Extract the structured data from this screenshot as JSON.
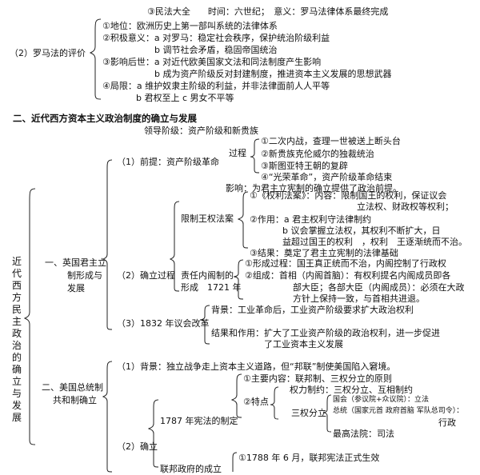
{
  "roman_law": {
    "header": "③民法大全　　时间：六世纪；　意义：罗马法律体系最终完成",
    "label": "（2）罗马法的评价",
    "items": [
      "①地位：欧洲历史上第一部叫系统的法律体系",
      "②积极意义：a 对罗马：稳定社会秩序，保护统治阶级利益",
      "b 调节社会矛盾，稳固帝国统治",
      "③影响后世：a 对近代欧美国家文法和同法制度产生影响",
      "b 成为资产阶级反对封建制度，推进资本主义发展的思想武器",
      "④局限：a 维护奴隶主阶级的利益，并非法律面前人人平等",
      "b 君权至上 c 男女不平等"
    ]
  },
  "section2": {
    "title": "二、近代西方资本主义政治制度的确立与发展",
    "left_vertical": "近代西方民主政治的确立与发展",
    "uk": {
      "label_line1": "一、英国君主立",
      "label_line2": "制形成与",
      "label_line3": "发展",
      "leader": "领导阶级：资产阶级和新贵族",
      "premise_label": "（1）前提：资产阶级革命",
      "process_word": "过程",
      "process_items": [
        "①二次内战，查理一世被送上断头台",
        "②新贵族克伦威尔的独裁统治",
        "③斯图亚特王朝的复辟",
        "④“光荣革命”，资产阶级革命结束"
      ],
      "influence": "影响：为君主立宪制的确立提供了政治前提。",
      "establish_label": "（2）确立过程",
      "limit_label": "限制王权法案",
      "bill_lines": [
        "①《权利法案》：内容：限制国王的权利，保证议会",
        "立法权、财政权等权利；",
        "②作用：a 君主权利守法律制约",
        "b 议会掌握立法权，其权利不断扩大，日",
        "益超过国王的权利　，权利　王逐渐统而不治。",
        "③结果：奠定了君主立宪制的法律基础"
      ],
      "cabinet_label_line1": "责任内阁制的",
      "cabinet_label_line2": "形成　1721 年",
      "cabinet_lines": [
        "①形成过程：国王真正统而不治，内阁控制了行政权",
        "②组成：首相（内阁首脑）：有权利提名内阁成员即各",
        "部大臣；各部大臣（内阁成员）：必须在大政",
        "方针上保持一致，与首相共进退。"
      ],
      "reform_label": "（3）1832 年议会改革",
      "reform_bg": "背景：工业革命后，工业资产阶级要求扩大政治权利",
      "reform_result1": "结果和作用：扩大了工业资产阶级的政治权利，进一步促进",
      "reform_result2": "了工业资本主义发展"
    },
    "us": {
      "label_line1": "二、美国总统制",
      "label_line2": "共和制确立",
      "background": "（1）背景：独立战争走上资本主义道路，但“邦联”制使美国陷入窘境。",
      "const_label": "1787 年宪法的制定",
      "main_content": "①主要内容：联邦制、三权分立的原则",
      "features_label": "②特点",
      "power_limit": "权力制约：三权分立、互相制约",
      "sep_label": "三权分立",
      "congress": "国会（参议院+众议院）：立法",
      "president": "总统（国家元首 政府首脑 军队总司令）：",
      "admin": "立法",
      "executive": "行政",
      "court": "最高法院：司法",
      "establish": "（2）确立",
      "federal": "联邦政府的成立",
      "federal_item": "①1788 年 6 月，联邦宪法正式生效"
    }
  }
}
